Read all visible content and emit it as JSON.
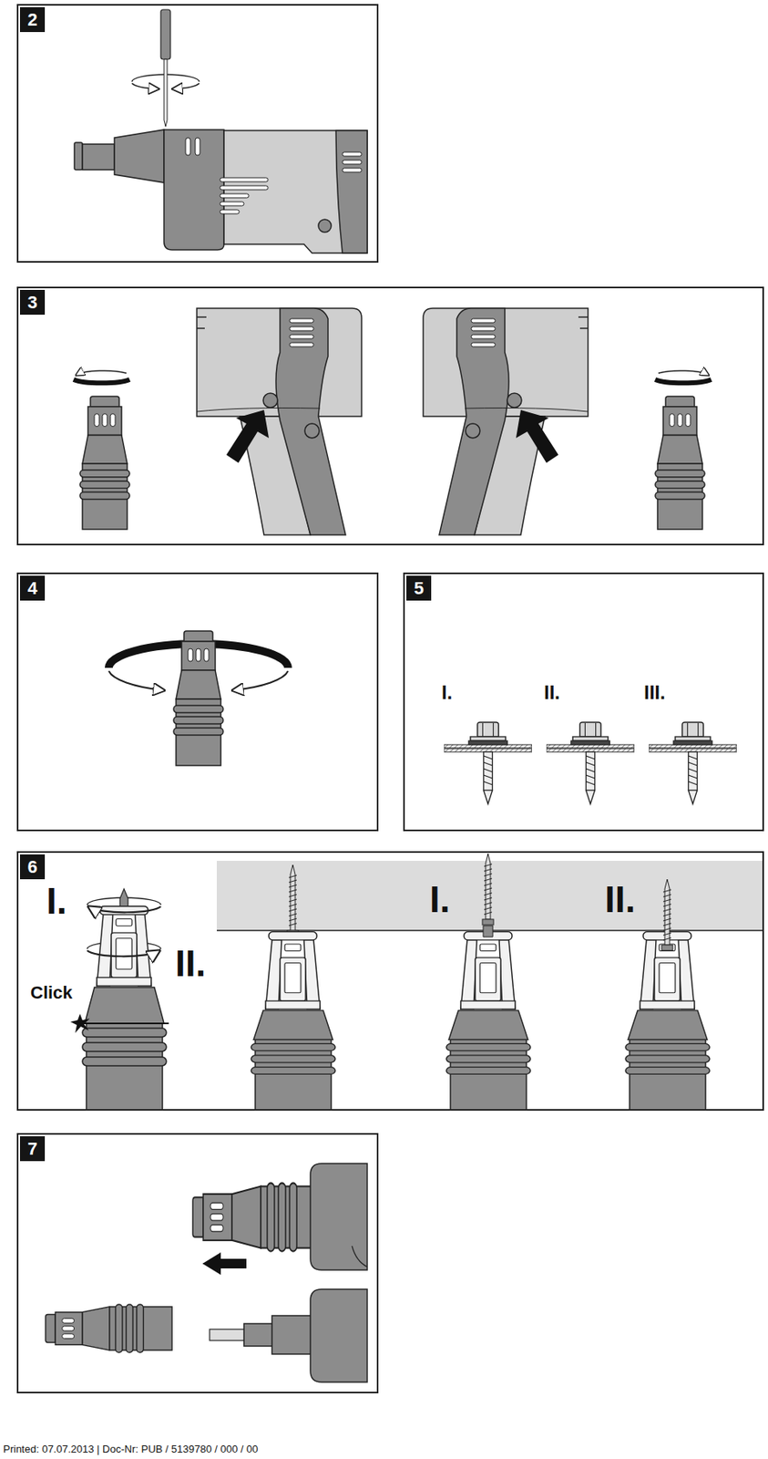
{
  "diagram": {
    "nodes": [
      {
        "text": [
          "2"
        ]
      },
      {
        "text": [
          "3"
        ]
      },
      {
        "text": [
          "4"
        ]
      },
      {
        "text": [
          "5"
        ]
      },
      {
        "text": [
          "6"
        ]
      },
      {
        "text": [
          "7"
        ]
      }
    ],
    "labels": [
      "I.",
      "II.",
      "III.",
      "I.",
      "II.",
      "Click",
      "I.",
      "II.",
      "Printed: 07.07.2013 | Doc-Nr: PUB / 5139780 / 000 / 00"
    ]
  }
}
